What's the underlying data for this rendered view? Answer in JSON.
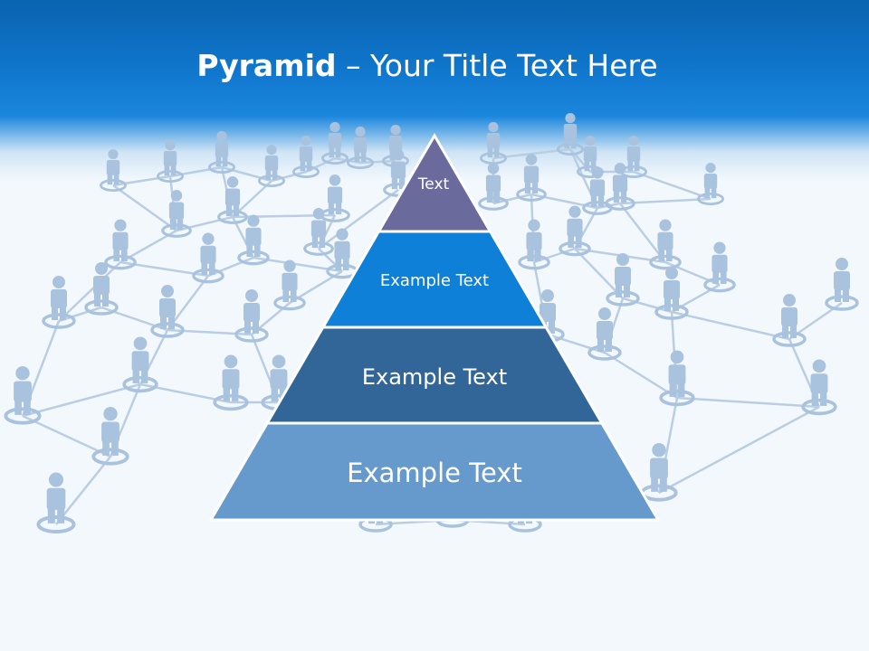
{
  "title": {
    "bold": "Pyramid",
    "rest": " – Your Title Text Here"
  },
  "pyramid": {
    "tiers": [
      {
        "label": "Text",
        "color": "#6b6a9c"
      },
      {
        "label": "Example Text",
        "color": "#0f80d8"
      },
      {
        "label": "Example Text",
        "color": "#326698"
      },
      {
        "label": "Example Text",
        "color": "#6699cc"
      }
    ]
  },
  "colors": {
    "header": "#0f76cc",
    "background": "#f3f8fd",
    "network_figures": "#a9c3de",
    "network_lines": "#b9cee4"
  },
  "background_icons": "person-network-figures"
}
